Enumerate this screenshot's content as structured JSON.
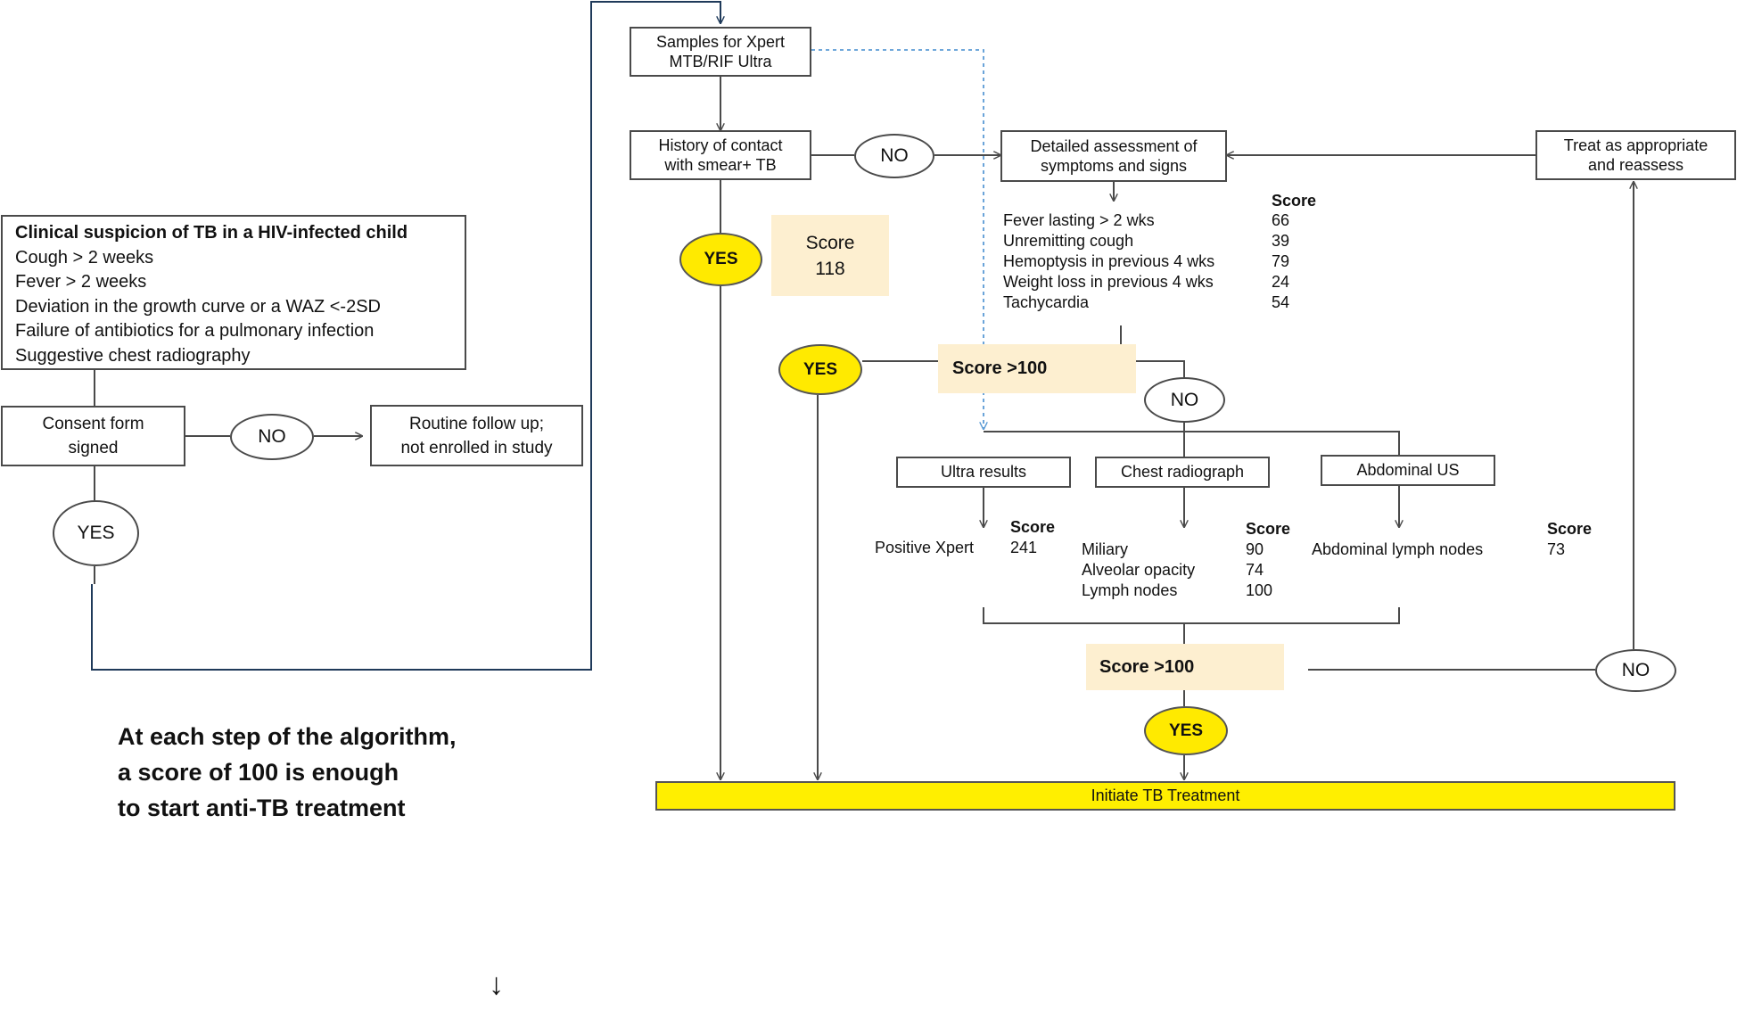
{
  "clinical_box": {
    "title": "Clinical suspicion of TB in a HIV-infected child",
    "items": [
      "Cough > 2 weeks",
      "Fever > 2 weeks",
      "Deviation in the growth curve or a WAZ <-2SD",
      "Failure of antibiotics for a pulmonary infection",
      "Suggestive chest radiography"
    ]
  },
  "consent": {
    "label_line1": "Consent form",
    "label_line2": "signed"
  },
  "consent_no": "NO",
  "consent_yes": "YES",
  "routine": {
    "line1": "Routine follow up;",
    "line2": "not enrolled in study"
  },
  "samples": {
    "line1": "Samples for Xpert",
    "line2": "MTB/RIF Ultra"
  },
  "contact": {
    "line1": "History of contact",
    "line2": "with smear+ TB"
  },
  "contact_no": "NO",
  "contact_yes": "YES",
  "contact_score": {
    "line1": "Score",
    "line2": "118"
  },
  "assessment": {
    "line1": "Detailed assessment of",
    "line2": "symptoms and signs"
  },
  "treat": {
    "line1": "Treat as appropriate",
    "line2": "and reassess"
  },
  "symptoms": {
    "score_header": "Score",
    "rows": [
      {
        "label": "Fever lasting > 2 wks",
        "score": "66"
      },
      {
        "label": "Unremitting cough",
        "score": "39"
      },
      {
        "label": "Hemoptysis in previous 4 wks",
        "score": "79"
      },
      {
        "label": "Weight loss in previous 4 wks",
        "score": "24"
      },
      {
        "label": "Tachycardia",
        "score": "54"
      }
    ]
  },
  "symptom_yes": "YES",
  "symptom_threshold": "Score >100",
  "symptom_no": "NO",
  "tests": {
    "ultra": {
      "label": "Ultra results",
      "score_header": "Score",
      "rows": [
        {
          "label": "Positive Xpert",
          "score": "241"
        }
      ]
    },
    "chest": {
      "label": "Chest radiograph",
      "score_header": "Score",
      "rows": [
        {
          "label": "Miliary",
          "score": "90"
        },
        {
          "label": "Alveolar opacity",
          "score": "74"
        },
        {
          "label": "Lymph nodes",
          "score": "100"
        }
      ]
    },
    "abdominal": {
      "label": "Abdominal US",
      "score_header": "Score",
      "rows": [
        {
          "label": "Abdominal lymph nodes",
          "score": "73"
        }
      ]
    }
  },
  "final_threshold": "Score >100",
  "final_no": "NO",
  "final_yes": "YES",
  "initiate": "Initiate TB Treatment",
  "note": [
    "At each step of the algorithm,",
    "a score of 100 is enough",
    "to start anti-TB treatment"
  ],
  "stray_arrow": "↓",
  "colors": {
    "yes_fill": "#ffea00",
    "score_fill": "#fdefd0",
    "initiate_fill": "#ffef00",
    "connector": "#4a4a4a",
    "dotted": "#5b9bd5",
    "frame": "#1f3a5a"
  }
}
